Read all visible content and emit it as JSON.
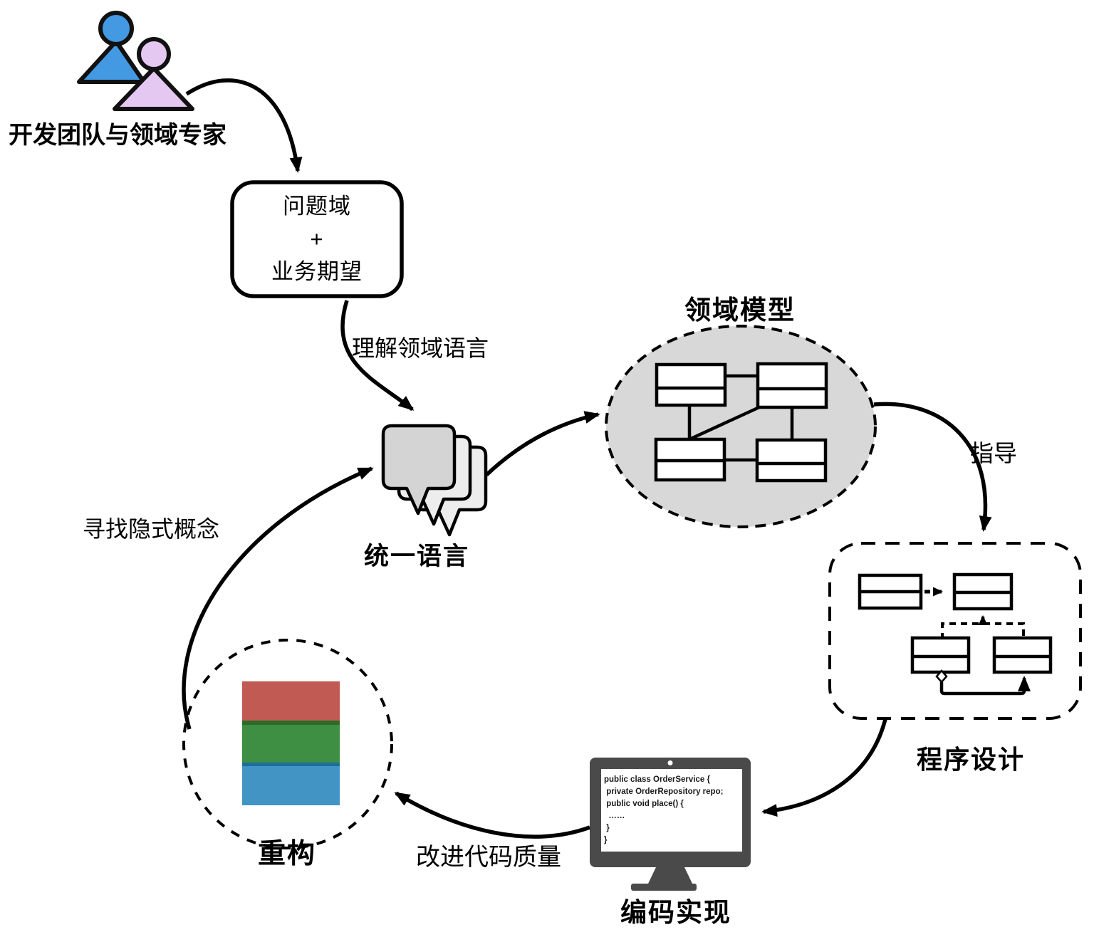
{
  "nodes": {
    "team": {
      "label": "开发团队与领域专家"
    },
    "problem": {
      "lines": [
        "问题域",
        "+",
        "业务期望"
      ]
    },
    "ubiquitous": {
      "label": "统一语言"
    },
    "model": {
      "label": "领域模型"
    },
    "design": {
      "label": "程序设计"
    },
    "coding": {
      "label": "编码实现",
      "code_lines": [
        "public class OrderService {",
        " private OrderRepository repo;",
        " public void place() {",
        "  ……",
        " }",
        "}"
      ]
    },
    "refactor": {
      "label": "重构"
    }
  },
  "edges": {
    "understand": {
      "label": "理解领域语言"
    },
    "guide": {
      "label": "指导"
    },
    "improve": {
      "label": "改进代码质量"
    },
    "implicit": {
      "label": "寻找隐式概念"
    }
  },
  "colors": {
    "person_blue": "#4499e3",
    "person_purple": "#e5c8f2",
    "ellipse_fill": "#d8d8d8",
    "bubble_front": "#d4d4d4",
    "bubble_back": "#ededed",
    "monitor_frame": "#4a4a4a",
    "stripe_red": "#c05a53",
    "stripe_green": "#3e8e44",
    "stripe_green_dark": "#2c6b27",
    "stripe_blue": "#4294c5",
    "stripe_blue_dark": "#1c6f9d"
  }
}
